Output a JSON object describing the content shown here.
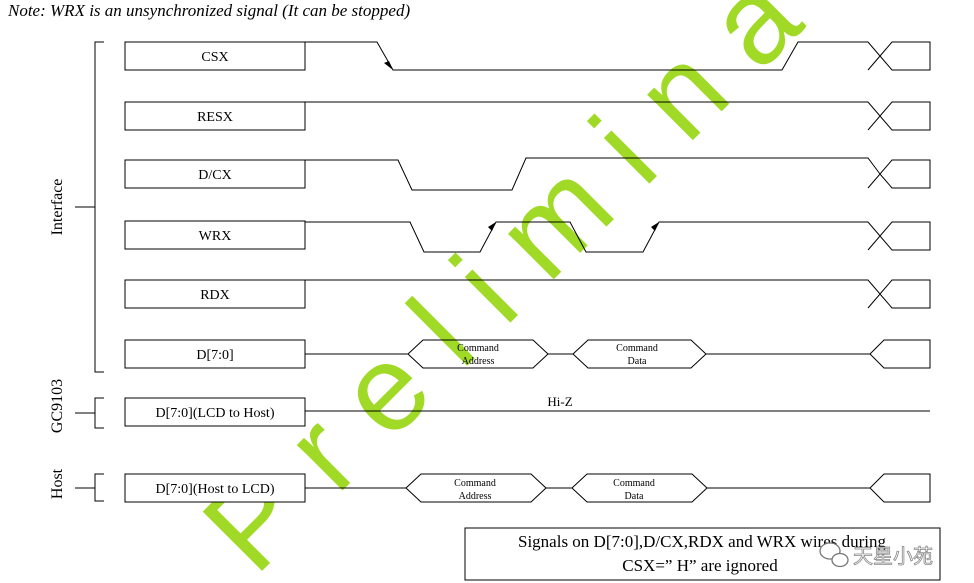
{
  "note": "Note: WRX is an unsynchronized signal (It can be stopped)",
  "groups": {
    "interface": "Interface",
    "chip": "GC9103",
    "host": "Host"
  },
  "signals": {
    "csx": "CSX",
    "resx": "RESX",
    "dcx": "D/CX",
    "wrx": "WRX",
    "rdx": "RDX",
    "data": "D[7:0]",
    "lcd_to_host": "D[7:0](LCD to Host)",
    "host_to_lcd": "D[7:0](Host to LCD)"
  },
  "bus": {
    "cmd_word": "Command",
    "address_word": "Address",
    "data_word": "Data",
    "hiz": "Hi-Z"
  },
  "footnote": {
    "line1": "Signals on D[7:0],D/CX,RDX and WRX wires during",
    "line2": "CSX=” H”  are ignored"
  },
  "watermark": {
    "text": "Preliminary",
    "color": "#8fd400"
  },
  "logo": {
    "text": "天星小苑",
    "icon": "wechat-logo-icon"
  }
}
